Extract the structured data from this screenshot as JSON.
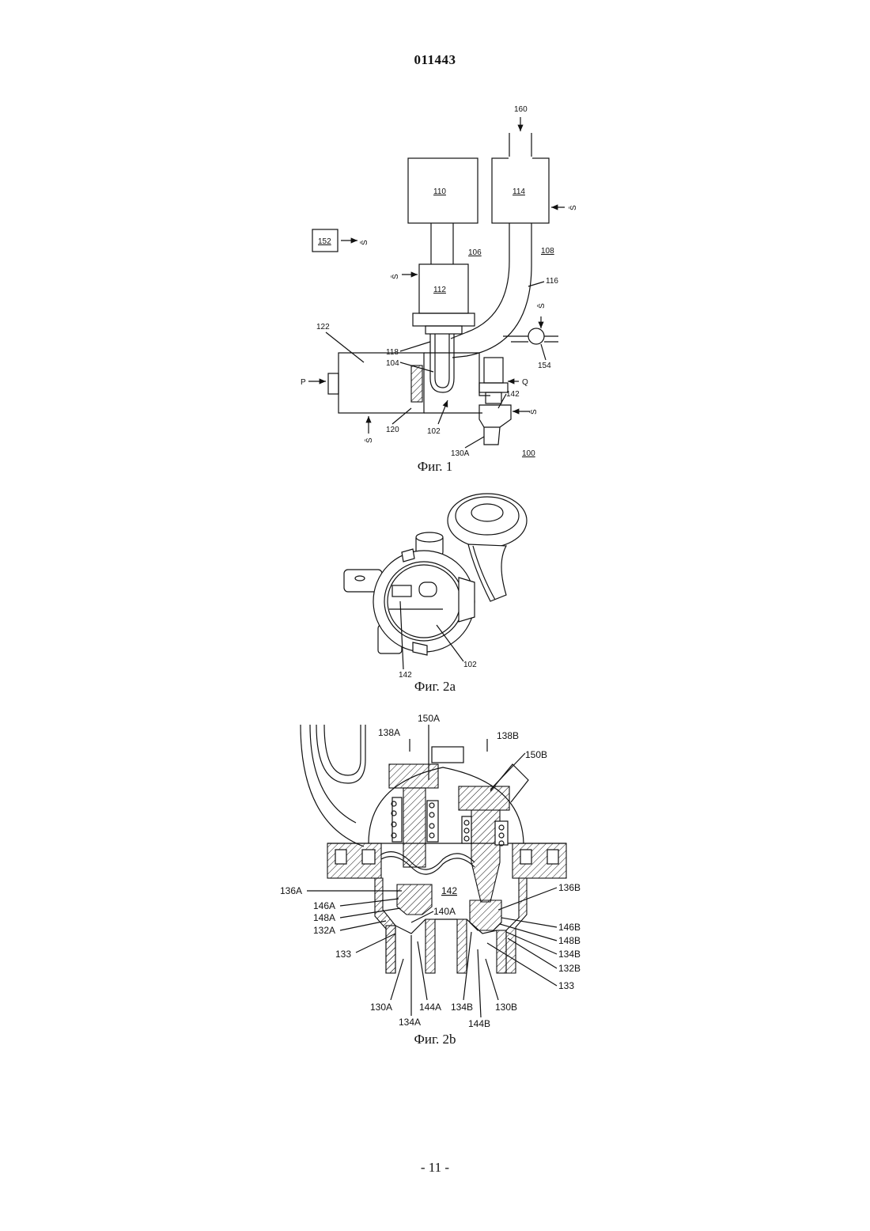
{
  "document": {
    "number": "011443",
    "page": "- 11 -"
  },
  "figures": {
    "fig1": {
      "caption": "Фиг. 1",
      "labels": {
        "l160": "160",
        "l110": "110",
        "l114": "114",
        "l152": "152",
        "l106": "106",
        "l108": "108",
        "l116": "116",
        "l112": "112",
        "l122": "122",
        "l118": "118",
        "l104": "104",
        "l154": "154",
        "lP": "P",
        "lQ": "Q",
        "l142": "142",
        "l120": "120",
        "l102": "102",
        "l130A": "130A",
        "l100": "100",
        "lS": "Ŝ"
      }
    },
    "fig2a": {
      "caption": "Фиг. 2a",
      "labels": {
        "l142": "142",
        "l102": "102"
      }
    },
    "fig2b": {
      "caption": "Фиг. 2b",
      "labels": {
        "l150A": "150A",
        "l138A": "138A",
        "l138B": "138B",
        "l150B": "150B",
        "l136A": "136A",
        "l142": "142",
        "l136B": "136B",
        "l146A": "146A",
        "l148A": "148A",
        "l140A": "140A",
        "l132A": "132A",
        "l146B": "146B",
        "l148B": "148B",
        "l133a": "133",
        "l134B": "134B",
        "l132B": "132B",
        "l133b": "133",
        "l130A": "130A",
        "l144A": "144A",
        "l134Bb": "134B",
        "l130B": "130B",
        "l134A": "134A",
        "l144B": "144B"
      }
    }
  }
}
